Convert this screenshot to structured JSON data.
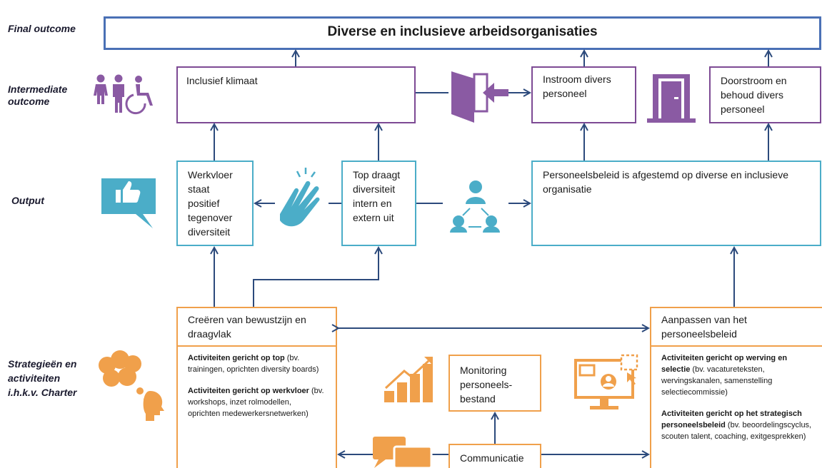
{
  "labels": {
    "final_outcome": "Final outcome",
    "intermediate_outcome": "Intermediate outcome",
    "output": "Output",
    "strategies": "Strategieën en activiteiten i.h.k.v. Charter"
  },
  "final_box": {
    "text": "Diverse en inclusieve arbeidsorganisaties"
  },
  "intermediate": {
    "klimaat": "Inclusief klimaat",
    "instroom": "Instroom divers personeel",
    "doorstroom": "Doorstroom en behoud divers personeel"
  },
  "output": {
    "werkvloer": "Werkvloer staat positief tegenover diversiteit",
    "top": "Top draagt diversiteit intern en extern uit",
    "beleid": "Personeelsbeleid  is afgestemd op diverse en inclusieve organisatie"
  },
  "strategies": {
    "bewustzijn_title": "Creëren van bewustzijn en draagvlak",
    "top_bold": "Activiteiten gericht op top",
    "top_text": " (bv. trainingen, oprichten diversity boards)",
    "werkvloer_bold": "Activiteiten gericht op werkvloer",
    "werkvloer_text": " (bv. workshops, inzet rolmodellen, oprichten medewerkersnetwerken)",
    "monitoring": "Monitoring personeels-bestand",
    "communicatie": "Communicatie",
    "aanpassen_title": "Aanpassen van het personeelsbeleid",
    "werving_bold": "Activiteiten gericht op werving en selectie",
    "werving_text": " (bv. vacatureteksten, wervingskanalen, samenstelling selectiecommissie)",
    "strategisch_bold": "Activiteiten gericht op het strategisch personeelsbeleid",
    "strategisch_text": " (bv. beoordelingscyclus, scouten talent, coaching, exitgesprekken)"
  },
  "colors": {
    "purple": "#7d4a94",
    "blue": "#4badc8",
    "orange": "#f0a04b",
    "navy": "#2c4a7c",
    "final_border": "#4a70b5"
  },
  "icons": [
    "people-accessibility-icon",
    "entrance-arrow-icon",
    "door-icon",
    "thumbs-up-icon",
    "clapping-hands-icon",
    "network-people-icon",
    "thought-head-icon",
    "bar-chart-icon",
    "speech-bubbles-icon",
    "computer-recruitment-icon"
  ]
}
